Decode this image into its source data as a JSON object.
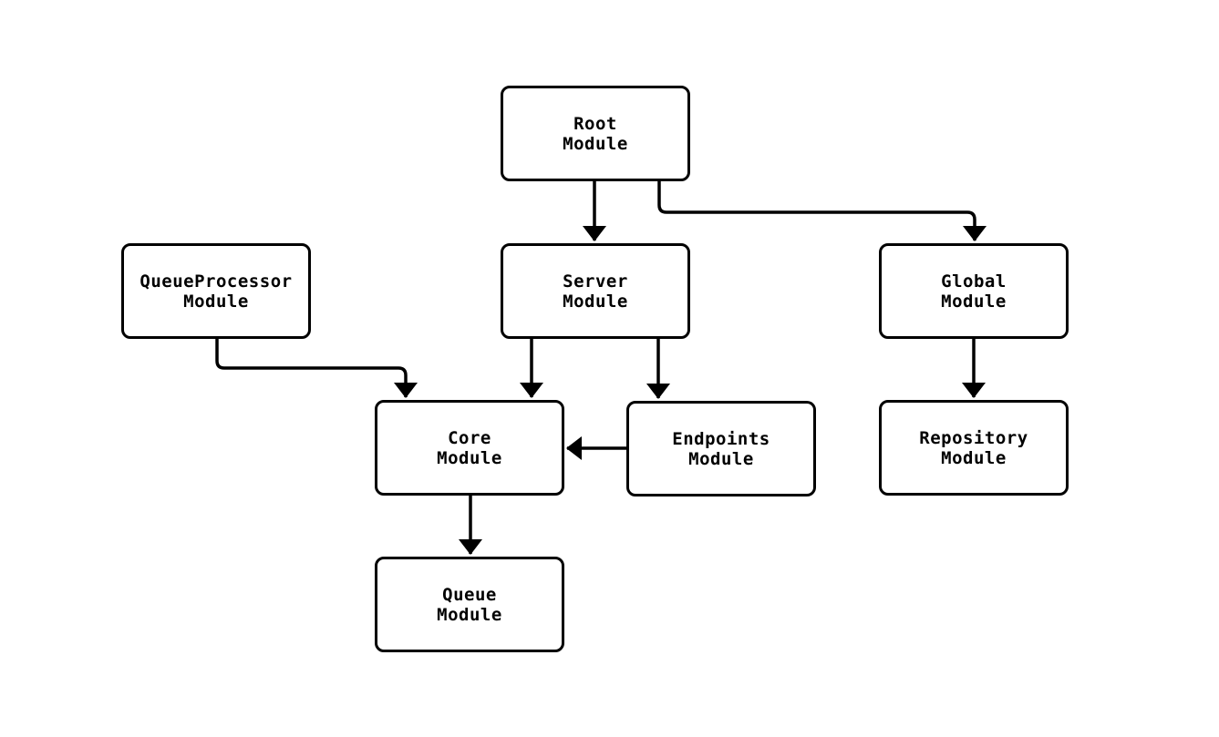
{
  "diagram": {
    "type": "module-dependency-flowchart",
    "colors": {
      "background": "#ffffff",
      "node_fill": "#ffffff",
      "node_border": "#000000",
      "edge": "#000000",
      "text": "#000000"
    },
    "nodes": {
      "root": {
        "line1": "Root",
        "line2": "Module"
      },
      "queue_processor": {
        "line1": "QueueProcessor",
        "line2": "Module"
      },
      "server": {
        "line1": "Server",
        "line2": "Module"
      },
      "global": {
        "line1": "Global",
        "line2": "Module"
      },
      "core": {
        "line1": "Core",
        "line2": "Module"
      },
      "endpoints": {
        "line1": "Endpoints",
        "line2": "Module"
      },
      "repository": {
        "line1": "Repository",
        "line2": "Module"
      },
      "queue": {
        "line1": "Queue",
        "line2": "Module"
      }
    },
    "edges": [
      {
        "from": "Root Module",
        "to": "Server Module"
      },
      {
        "from": "Root Module",
        "to": "Global Module"
      },
      {
        "from": "QueueProcessor Module",
        "to": "Core Module"
      },
      {
        "from": "Server Module",
        "to": "Core Module"
      },
      {
        "from": "Server Module",
        "to": "Endpoints Module"
      },
      {
        "from": "Endpoints Module",
        "to": "Core Module"
      },
      {
        "from": "Global Module",
        "to": "Repository Module"
      },
      {
        "from": "Core Module",
        "to": "Queue Module"
      }
    ]
  }
}
